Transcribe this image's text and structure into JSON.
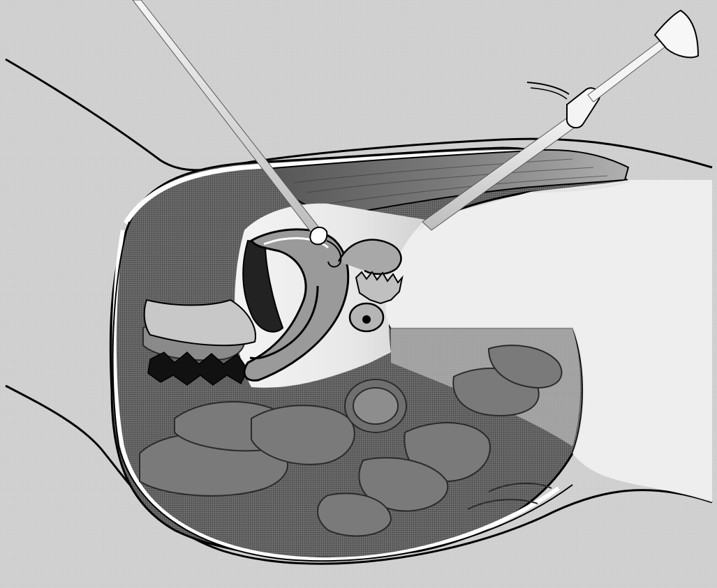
{
  "figure": {
    "type": "medical-illustration",
    "view": "sagittal-section",
    "style": "monochrome halftone line art"
  },
  "colors": {
    "background": "#d6d6d6",
    "light_field": "#eeeeee",
    "white": "#ffffff",
    "tissue_dark": "#616161",
    "tissue_mid": "#8a8a8a",
    "tissue_light": "#b8b8b8",
    "outline": "#000000"
  },
  "icons": [
    "instrument-shaft",
    "trocar-sleeve",
    "uterine-manipulator",
    "laparoscope",
    "eyepiece",
    "insufflation-tube",
    "uterus",
    "fallopian-tube",
    "fimbriae",
    "ovary",
    "bladder",
    "rectum",
    "bowel-loops",
    "abdominal-wall",
    "vertebrae"
  ]
}
